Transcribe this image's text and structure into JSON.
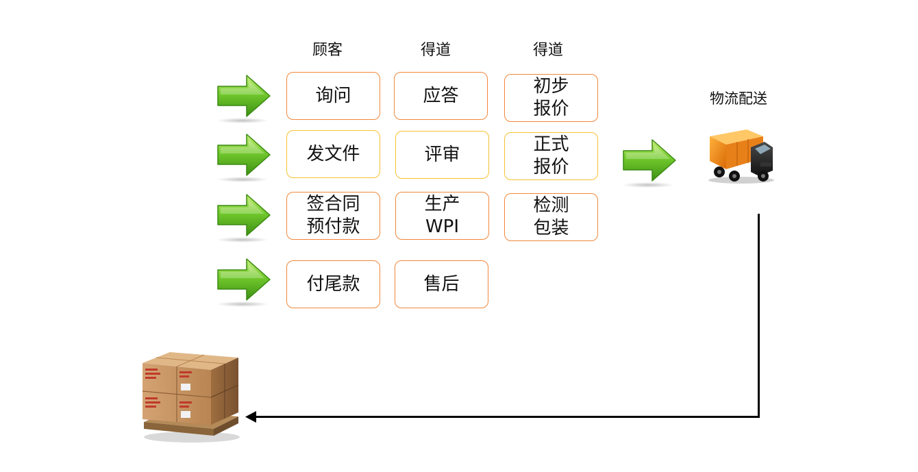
{
  "columns": {
    "customer": "顾客",
    "company_a": "得道",
    "company_b": "得道"
  },
  "rows": [
    {
      "c1": "询问",
      "c2": "应答",
      "c3": "初步\n报价"
    },
    {
      "c1": "发文件",
      "c2": "评审",
      "c3": "正式\n报价"
    },
    {
      "c1": "签合同\n预付款",
      "c2": "生产\nWPI",
      "c3": "检测\n包装"
    },
    {
      "c1": "付尾款",
      "c2": "售后"
    }
  ],
  "logistics": {
    "label": "物流配送"
  },
  "icons": {
    "row_arrows": "green-arrow-icon",
    "truck": "delivery-truck-icon",
    "goods": "cargo-pallet-icon"
  },
  "colors": {
    "box_border_orange": "#f0873a",
    "box_border_yellow": "#f5c030",
    "arrow_green": "#5fb624"
  }
}
